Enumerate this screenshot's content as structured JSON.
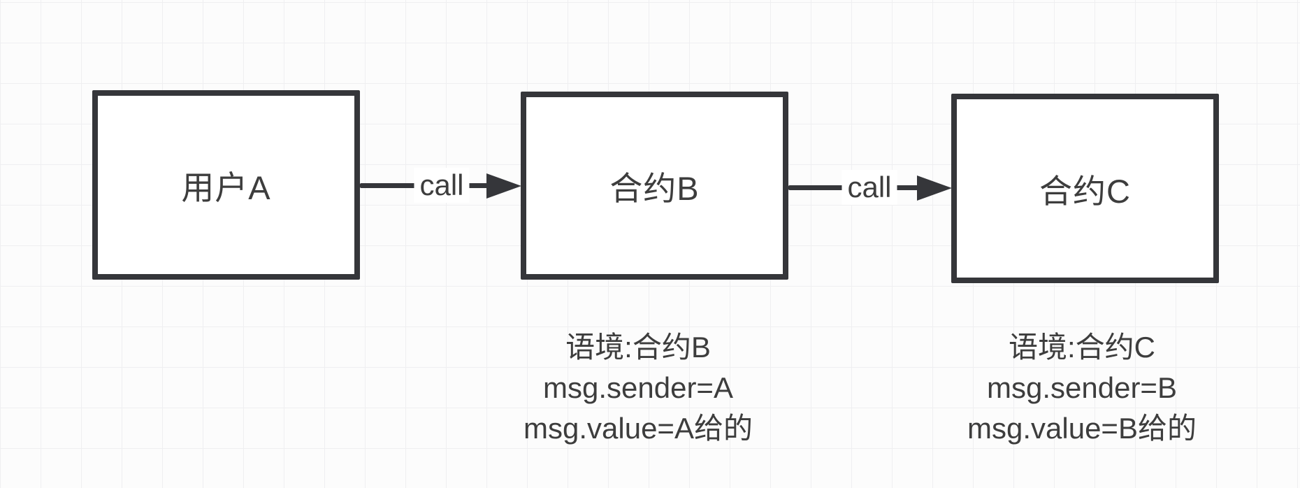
{
  "diagram": {
    "nodes": [
      {
        "label": "用户A"
      },
      {
        "label": "合约B"
      },
      {
        "label": "合约C"
      }
    ],
    "edges": [
      {
        "from": "用户A",
        "to": "合约B",
        "label": "call"
      },
      {
        "from": "合约B",
        "to": "合约C",
        "label": "call"
      }
    ],
    "annotations": [
      {
        "for": "合约B",
        "lines": [
          "语境:合约B",
          "msg.sender=A",
          "msg.value=A给的"
        ]
      },
      {
        "for": "合约C",
        "lines": [
          "语境:合约C",
          "msg.sender=B",
          "msg.value=B给的"
        ]
      }
    ],
    "colors": {
      "stroke": "#35363a",
      "text": "#3d3d3d",
      "node_fill": "#ffffff",
      "background": "#fcfcfc",
      "grid_line": "#efeff1"
    }
  }
}
